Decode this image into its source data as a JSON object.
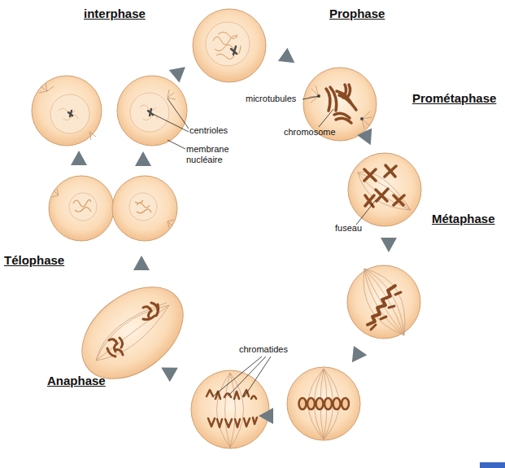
{
  "diagram": {
    "labels": [
      "interphase",
      "Prophase",
      "microtubules",
      "Prométaphase",
      "centrioles",
      "chromosome",
      "membrane nucléaire",
      "fuseau",
      "Métaphase",
      "Télophase",
      "chromatides",
      "Anaphase"
    ]
  }
}
